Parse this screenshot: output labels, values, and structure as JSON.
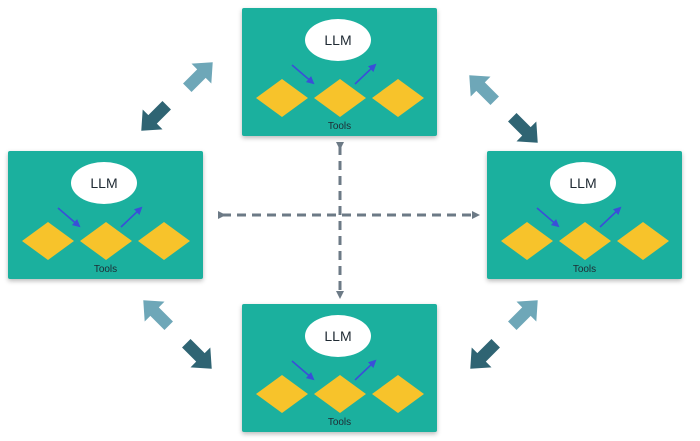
{
  "agents": [
    {
      "id": "top",
      "llm_label": "LLM",
      "tools_label": "Tools"
    },
    {
      "id": "left",
      "llm_label": "LLM",
      "tools_label": "Tools"
    },
    {
      "id": "right",
      "llm_label": "LLM",
      "tools_label": "Tools"
    },
    {
      "id": "bottom",
      "llm_label": "LLM",
      "tools_label": "Tools"
    }
  ],
  "colors": {
    "panel": "#1bb09e",
    "tool_diamond": "#f7c32b",
    "flow_arrow": "#3a4fd8",
    "arrow_light": "#6ea7b8",
    "arrow_dark": "#2f6473",
    "dashed_link": "#6c7a86"
  }
}
